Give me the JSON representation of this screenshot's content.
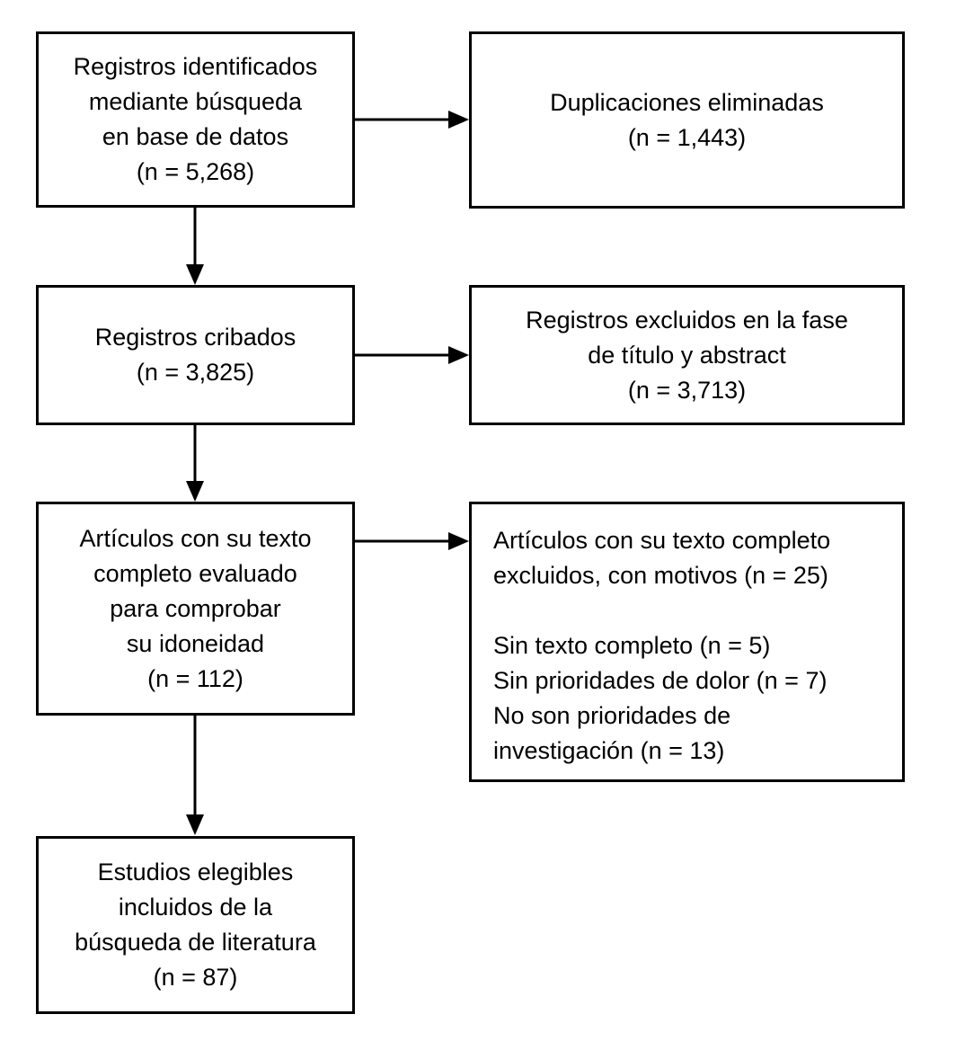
{
  "diagram_type": "flowchart",
  "language": "es",
  "colors": {
    "background": "#ffffff",
    "box_border": "#000000",
    "text": "#000000",
    "arrow": "#000000"
  },
  "boxes": {
    "identified": {
      "text": "Registros identificados\nmediante búsqueda\nen base de datos\n(n = 5,268)",
      "n": "5,268"
    },
    "duplicates_removed": {
      "text": "Duplicaciones eliminadas\n(n = 1,443)",
      "n": "1,443"
    },
    "screened": {
      "text": "Registros cribados\n(n = 3,825)",
      "n": "3,825"
    },
    "excluded_title_abstract": {
      "text": "Registros excluidos en la fase\nde título y abstract\n(n = 3,713)",
      "n": "3,713"
    },
    "fulltext_assessed": {
      "text": "Artículos con su texto\ncompleto evaluado\npara comprobar\nsu idoneidad\n(n = 112)",
      "n": "112"
    },
    "fulltext_excluded": {
      "text": "Artículos con su texto completo\nexcluidos, con motivos (n = 25)\n\nSin texto completo (n = 5)\nSin prioridades de dolor (n = 7)\nNo son prioridades de\ninvestigación (n = 13)",
      "n": "25",
      "reasons": [
        {
          "label": "Sin texto completo",
          "n": "5"
        },
        {
          "label": "Sin prioridades de dolor",
          "n": "7"
        },
        {
          "label": "No son prioridades de investigación",
          "n": "13"
        }
      ]
    },
    "included": {
      "text": "Estudios elegibles\nincluidos de la\nbúsqueda de literatura\n(n = 87)",
      "n": "87"
    }
  },
  "edges": [
    {
      "from": "identified",
      "to": "duplicates_removed",
      "direction": "right"
    },
    {
      "from": "identified",
      "to": "screened",
      "direction": "down"
    },
    {
      "from": "screened",
      "to": "excluded_title_abstract",
      "direction": "right"
    },
    {
      "from": "screened",
      "to": "fulltext_assessed",
      "direction": "down"
    },
    {
      "from": "fulltext_assessed",
      "to": "fulltext_excluded",
      "direction": "right"
    },
    {
      "from": "fulltext_assessed",
      "to": "included",
      "direction": "down"
    }
  ]
}
